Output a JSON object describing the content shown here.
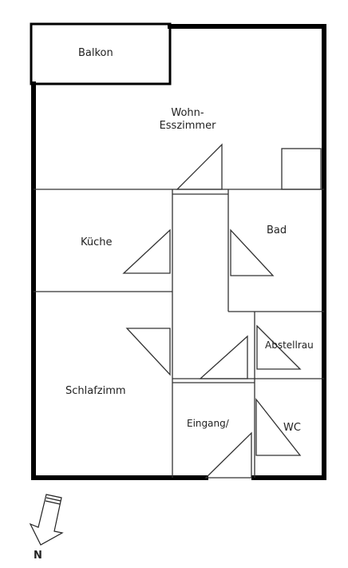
{
  "rooms": {
    "balkon": "Balkon",
    "wohn_line1": "Wohn-",
    "wohn_line2": "Esszimmer",
    "kueche": "Küche",
    "bad": "Bad",
    "abstellraum": "Abstellrau",
    "schlafzimmer": "Schlafzimm",
    "eingang": "Eingang/",
    "wc": "WC"
  },
  "compass": {
    "label": "N",
    "icon": "north-arrow-icon"
  },
  "colors": {
    "wall": "#000000",
    "line": "#333333",
    "background": "#ffffff"
  }
}
